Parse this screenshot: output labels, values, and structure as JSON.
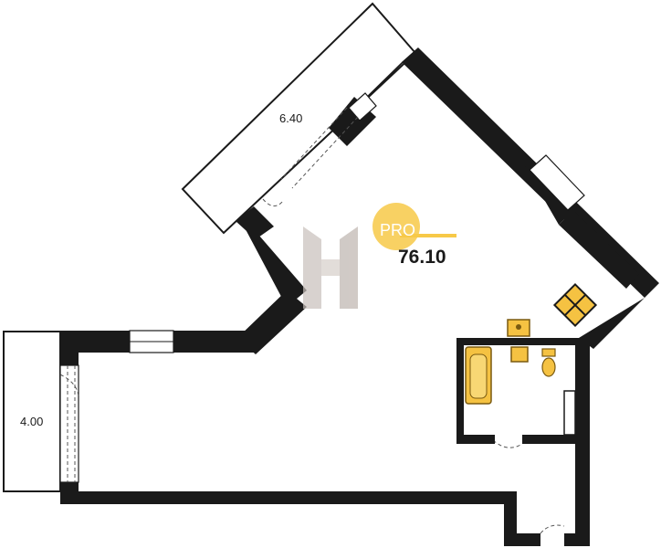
{
  "plan": {
    "total_area": "76.10",
    "badge_text": "PRO",
    "balcony_top_area": "6.40",
    "balcony_left_area": "4.00"
  },
  "colors": {
    "wall": "#1a1a1a",
    "badge": "#f7c948",
    "fixture_fill": "#f5c242",
    "fixture_stroke": "#7a5a10",
    "logo": "#c8c0bb"
  },
  "icons": [
    "logo-icon",
    "bathtub-icon",
    "sink-icon",
    "toilet-icon",
    "stove-icon"
  ]
}
